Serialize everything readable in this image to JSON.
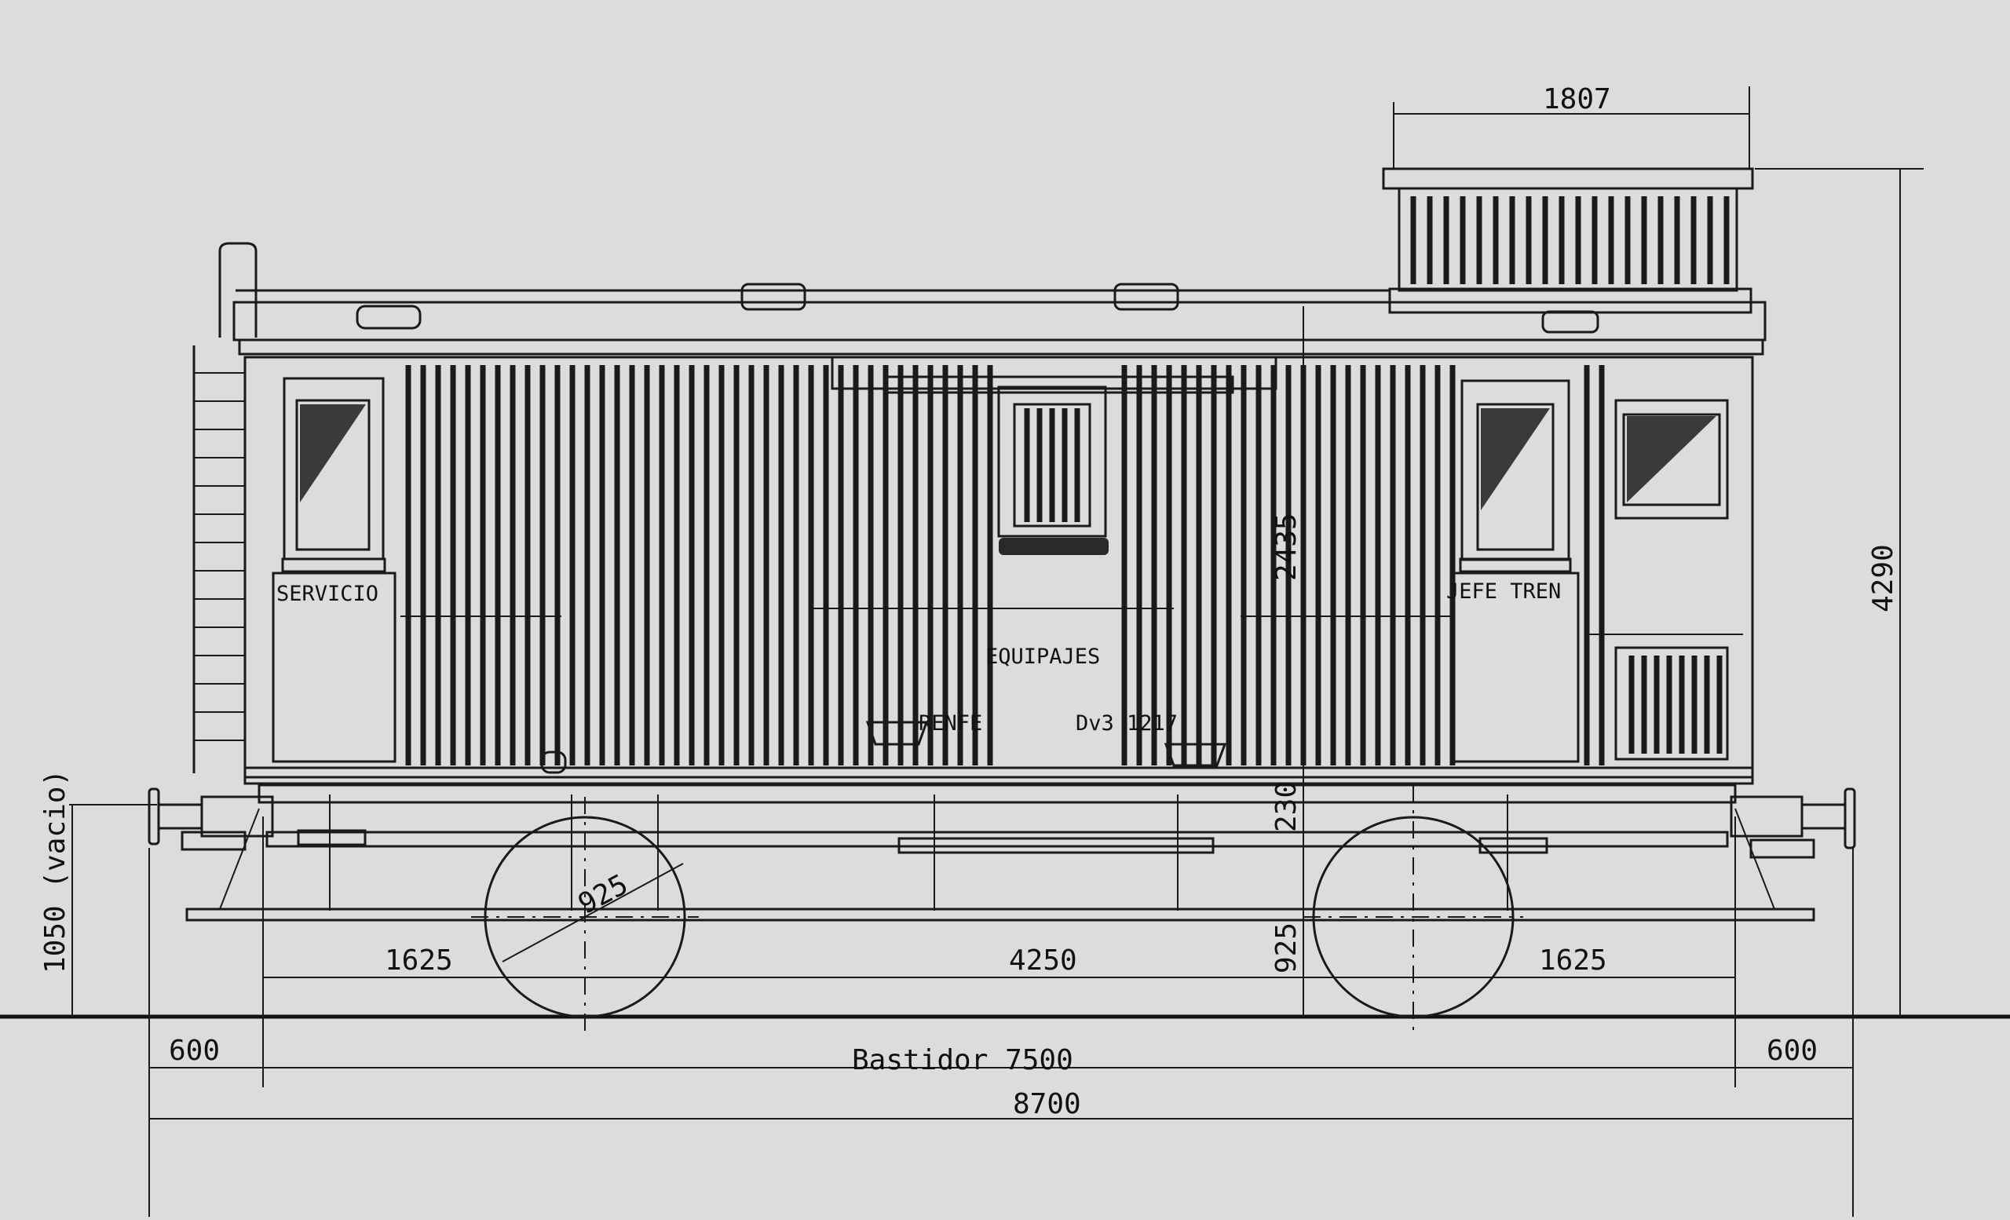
{
  "labels": {
    "servicio": "SERVICIO",
    "jefe_tren": "JEFE TREN",
    "equipajes": "EQUIPAJES",
    "renfe": "RENFE",
    "number": "Dv3 1217"
  },
  "dimensions": {
    "cupola_width": "1807",
    "total_height": "4290",
    "body_height": "2435",
    "buffer_height": "1050 (vacio)",
    "axle_offset": "230",
    "wheel_diameter": "925",
    "wheel_radius": "925",
    "overhang_left": "1625",
    "wheelbase": "4250",
    "overhang_right": "1625",
    "buffer_left": "600",
    "frame": "Bastidor  7500",
    "buffer_right": "600",
    "overall": "8700"
  },
  "colors": {
    "paper": "#dcdcdc",
    "ink": "#1a1a1a"
  }
}
